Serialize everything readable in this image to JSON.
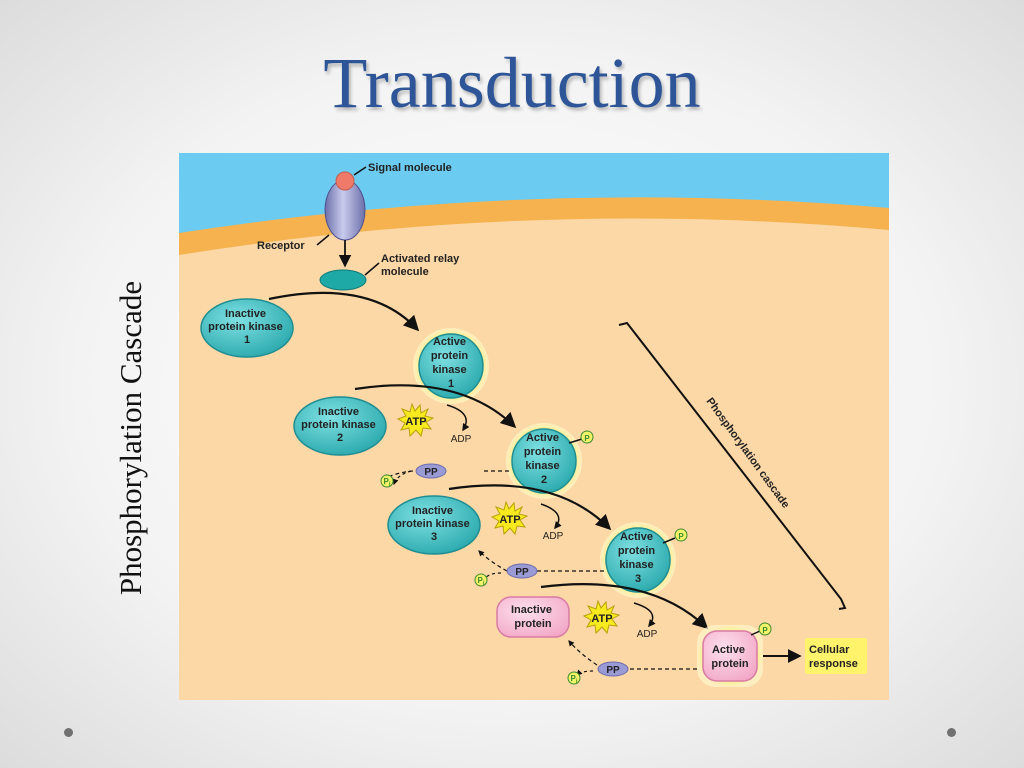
{
  "slide": {
    "title": "Transduction",
    "side_label": "Phosphorylation Cascade"
  },
  "diagram": {
    "signal_molecule": "Signal molecule",
    "receptor": "Receptor",
    "relay_line1": "Activated relay",
    "relay_line2": "molecule",
    "inactive_kinase_word1": "Inactive",
    "inactive_kinase_word2": "protein kinase",
    "active_kinase_word1": "Active",
    "active_kinase_word2": "protein",
    "active_kinase_word3": "kinase",
    "kinase_num_1": "1",
    "kinase_num_2": "2",
    "kinase_num_3": "3",
    "inactive_protein_word1": "Inactive",
    "inactive_protein_word2": "protein",
    "active_protein_word1": "Active",
    "active_protein_word2": "protein",
    "atp": "ATP",
    "adp": "ADP",
    "pp": "PP",
    "p": "P",
    "pi_sub": "i",
    "cascade_label": "Phosphorylation cascade",
    "response_line1": "Cellular",
    "response_line2": "response"
  },
  "colors": {
    "title": "#2d5597",
    "extracellular": "#6ccbf0",
    "membrane": "#f6b24f",
    "cytoplasm": "#fcd8a6",
    "kinase": "#3bbcc0",
    "active_glow": "#f7f35a",
    "protein": "#f7b9d2",
    "response_box": "#fff36b",
    "pp_enzyme": "#9a9ad4"
  }
}
